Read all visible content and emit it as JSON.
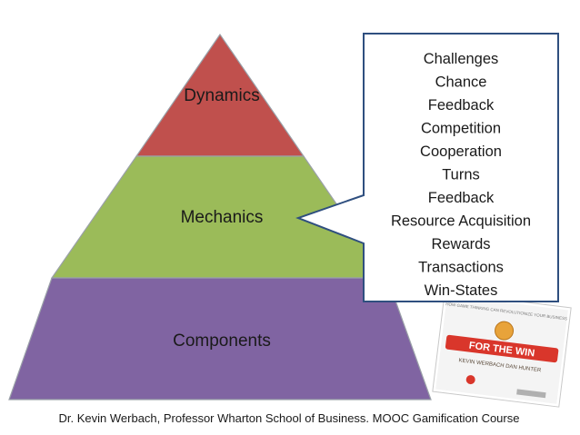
{
  "pyramid": {
    "levels": [
      {
        "label": "Dynamics",
        "color": "#c0504d"
      },
      {
        "label": "Mechanics",
        "color": "#9bbb59"
      },
      {
        "label": "Components",
        "color": "#8064a2"
      }
    ]
  },
  "callout": {
    "items": [
      "Challenges",
      "Chance",
      "Feedback",
      "Competition",
      "Cooperation",
      "Turns",
      "Feedback",
      "Resource Acquisition",
      "Rewards",
      "Transactions",
      "Win-States"
    ],
    "border_color": "#2f4f7f"
  },
  "book": {
    "title": "FOR THE WIN",
    "authors": "KEVIN WERBACH DAN HUNTER",
    "top_text": "HOW GAME THINKING CAN REVOLUTIONIZE YOUR BUSINESS",
    "accent_color": "#d9362b"
  },
  "footer": {
    "text": "Dr. Kevin Werbach, Professor Wharton School of Business. MOOC Gamification Course"
  }
}
